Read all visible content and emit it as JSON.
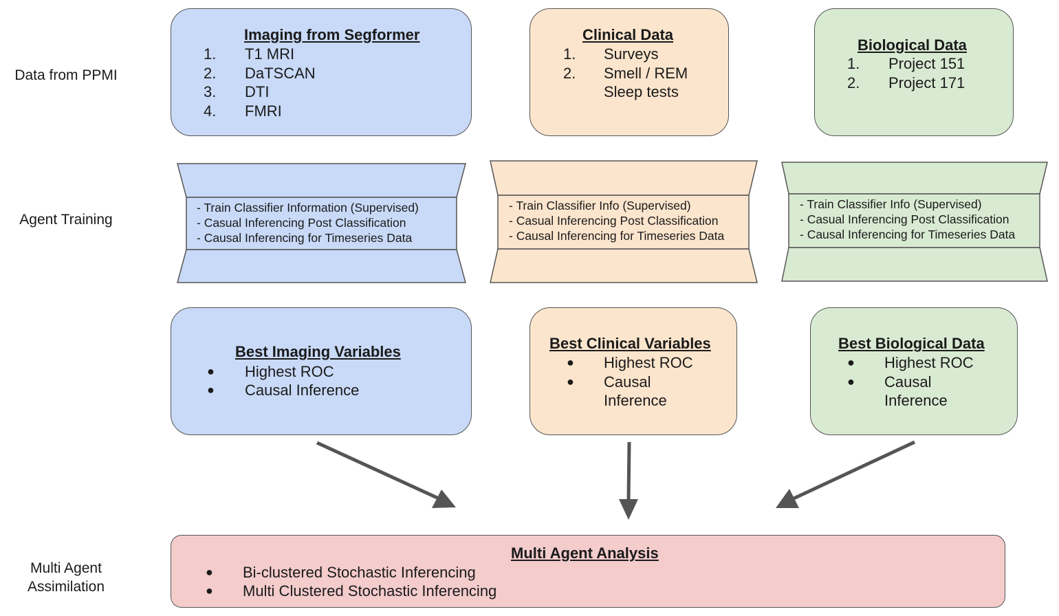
{
  "row_labels": {
    "data": "Data from PPMI",
    "training": "Agent Training",
    "assimilation_line1": "Multi Agent",
    "assimilation_line2": "Assimilation"
  },
  "data_boxes": {
    "imaging": {
      "title": "Imaging from Segformer",
      "items": [
        {
          "marker": "1.",
          "text": "T1 MRI"
        },
        {
          "marker": "2.",
          "text": "DaTSCAN"
        },
        {
          "marker": "3.",
          "text": "DTI"
        },
        {
          "marker": "4.",
          "text": "FMRI"
        }
      ]
    },
    "clinical": {
      "title": "Clinical Data",
      "items": [
        {
          "marker": "1.",
          "text": "Surveys"
        },
        {
          "marker": "2.",
          "text": "Smell / REM"
        },
        {
          "marker": "",
          "text": "Sleep tests"
        }
      ]
    },
    "biological": {
      "title": "Biological Data",
      "items": [
        {
          "marker": "1.",
          "text": "Project 151"
        },
        {
          "marker": "2.",
          "text": "Project 171"
        }
      ]
    }
  },
  "training_boxes": {
    "imaging": [
      "- Train Classifier Information (Supervised)",
      "- Casual Inferencing Post Classification",
      "- Causal Inferencing for Timeseries Data"
    ],
    "clinical": [
      "- Train Classifier Info (Supervised)",
      "- Casual Inferencing Post Classification",
      "- Causal Inferencing for Timeseries Data"
    ],
    "biological": [
      "- Train Classifier Info (Supervised)",
      "- Casual Inferencing Post Classification",
      "- Causal Inferencing for Timeseries Data"
    ]
  },
  "best_boxes": {
    "imaging": {
      "title": "Best Imaging Variables",
      "items": [
        {
          "marker": "●",
          "text": "Highest ROC"
        },
        {
          "marker": "●",
          "text": "Causal Inference"
        }
      ]
    },
    "clinical": {
      "title": "Best Clinical Variables",
      "items": [
        {
          "marker": "●",
          "text": "Highest ROC"
        },
        {
          "marker": "●",
          "text": "Causal"
        },
        {
          "marker": "",
          "text": "Inference"
        }
      ]
    },
    "biological": {
      "title": "Best Biological Data",
      "items": [
        {
          "marker": "●",
          "text": "Highest ROC"
        },
        {
          "marker": "●",
          "text": "Causal"
        },
        {
          "marker": "",
          "text": "Inference"
        }
      ]
    }
  },
  "analysis_box": {
    "title": "Multi Agent Analysis",
    "items": [
      {
        "marker": "●",
        "text": "Bi-clustered Stochastic Inferencing"
      },
      {
        "marker": "●",
        "text": "Multi Clustered Stochastic Inferencing"
      }
    ]
  },
  "colors": {
    "imaging": "#c9daf8",
    "clinical": "#fce5cd",
    "biological": "#d9ead3",
    "analysis": "#f4cccc",
    "arrow": "#555555"
  }
}
